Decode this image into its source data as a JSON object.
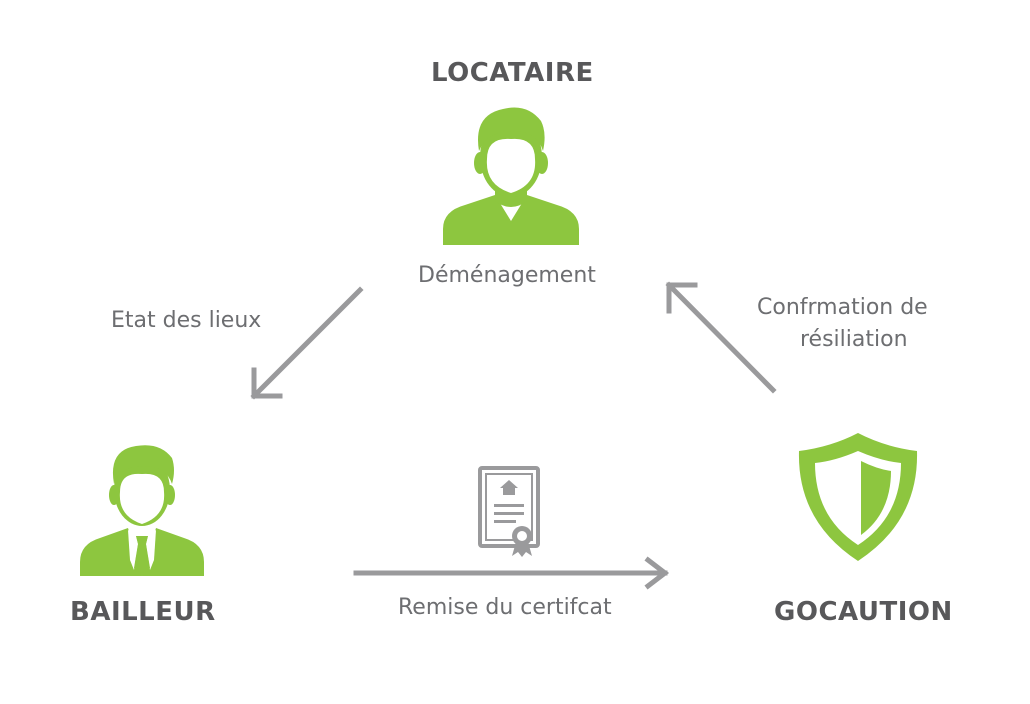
{
  "nodes": {
    "locataire": {
      "title": "LOCATAIRE",
      "caption": "Déménagement"
    },
    "bailleur": {
      "title": "BAILLEUR"
    },
    "gocaution": {
      "title": "GOCAUTION"
    }
  },
  "edges": {
    "etat_des_lieux": "Etat des lieux",
    "remise": "Remise du certifcat",
    "confirmation_line1": "Confrmation de",
    "confirmation_line2": "résiliation"
  },
  "colors": {
    "green": "#8dc63f",
    "gray_text": "#58585a",
    "arrow_gray": "#9a9a9c"
  }
}
